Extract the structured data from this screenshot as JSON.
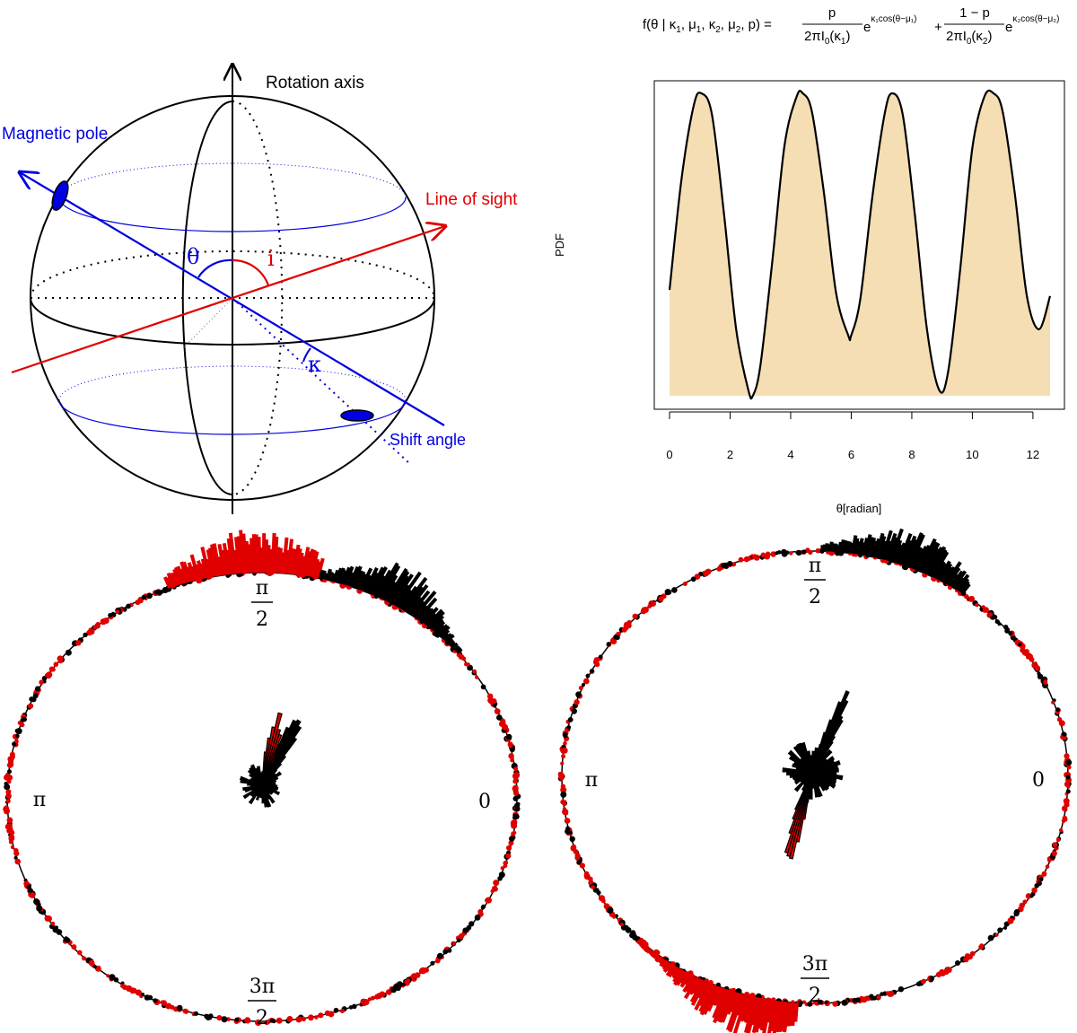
{
  "sphere": {
    "rotation_axis_label": "Rotation axis",
    "magnetic_pole_label": "Magnetic pole",
    "line_of_sight_label": "Line of sight",
    "shift_angle_label": "Shift angle",
    "theta_symbol": "θ",
    "inclination_symbol": "i",
    "kappa_symbol": "κ",
    "colors": {
      "pole": "#0000e0",
      "sight": "#e00000",
      "axis": "#000000"
    }
  },
  "formula": {
    "lhs": "f(θ | κ",
    "lhs_tail": ", μ",
    "lhs_parts": [
      "f(θ | κ",
      "1",
      ", μ",
      "1",
      ", κ",
      "2",
      ", μ",
      "2",
      ", p) ="
    ],
    "term1_num": "p",
    "term1_den": "2πI",
    "term1_den_sub": "0",
    "term1_den_arg": "(κ",
    "term1_den_arg_sub": "1",
    "term1_den_close": ")",
    "term1_exp": "e",
    "term1_exp_sup": "κ₁cos(θ−μ₁)",
    "plus": "+",
    "term2_num": "1 − p",
    "term2_den": "2πI",
    "term2_den_sub": "0",
    "term2_den_arg": "(κ",
    "term2_den_arg_sub": "2",
    "term2_den_close": ")",
    "term2_exp": "e",
    "term2_exp_sup": "κ₂cos(θ−μ₂)"
  },
  "chart_data": {
    "type": "area",
    "ylabel": "PDF",
    "xlabel": "θ[radian]",
    "xlim": [
      0,
      12.566
    ],
    "xticks": [
      0,
      2,
      4,
      6,
      8,
      10,
      12
    ],
    "xtick_labels": [
      "0",
      "2",
      "4",
      "6",
      "8",
      "10",
      "12"
    ],
    "fill_color": "#f5deb3",
    "line_color": "#000000",
    "x": [
      0,
      0.4,
      0.8,
      1.05,
      1.4,
      1.8,
      2.2,
      2.6,
      2.75,
      3.0,
      3.4,
      3.8,
      4.2,
      4.4,
      4.7,
      5.1,
      5.5,
      5.9,
      6.0,
      6.3,
      6.7,
      7.1,
      7.35,
      7.7,
      8.1,
      8.5,
      8.9,
      9.2,
      9.6,
      10.0,
      10.4,
      10.7,
      11.0,
      11.4,
      11.8,
      12.2,
      12.566
    ],
    "y": [
      0.35,
      0.72,
      0.96,
      1.0,
      0.93,
      0.6,
      0.22,
      0.02,
      0.0,
      0.1,
      0.45,
      0.83,
      0.99,
      1.0,
      0.94,
      0.67,
      0.34,
      0.2,
      0.2,
      0.32,
      0.66,
      0.93,
      1.0,
      0.93,
      0.6,
      0.22,
      0.02,
      0.08,
      0.42,
      0.82,
      0.99,
      1.0,
      0.94,
      0.67,
      0.33,
      0.22,
      0.33
    ]
  },
  "rose_left": {
    "label_0": "0",
    "label_pi": "π",
    "label_half_num": "π",
    "label_half_den": "2",
    "label_3half_num": "3π",
    "label_3half_den": "2"
  },
  "rose_right": {
    "label_0": "0",
    "label_pi": "π",
    "label_half_num": "π",
    "label_half_den": "2",
    "label_3half_num": "3π",
    "label_3half_den": "2"
  }
}
